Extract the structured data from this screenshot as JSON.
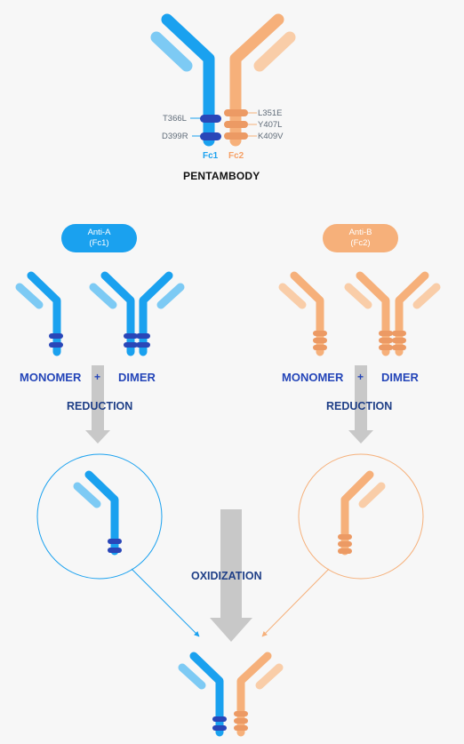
{
  "colors": {
    "fc1": "#1aa1ef",
    "fc1_light": "#7dcaf4",
    "fc1_band": "#2946b8",
    "fc2": "#f6b07a",
    "fc2_light": "#f9cda8",
    "fc2_band": "#ec9a64",
    "text_blue": "#2445b8",
    "arrow_grey": "#c8c8c8"
  },
  "top": {
    "left_mutations": [
      "T366L",
      "D399R"
    ],
    "right_mutations": [
      "L351E",
      "Y407L",
      "K409V"
    ],
    "fc1_label": "Fc1",
    "fc2_label": "Fc2",
    "title": "PENTAMBODY"
  },
  "left_panel": {
    "pill_line1": "Anti-A",
    "pill_line2": "(Fc1)",
    "monomer": "MONOMER",
    "plus": "+",
    "dimer": "DIMER",
    "reduction": "REDUCTION"
  },
  "right_panel": {
    "pill_line1": "Anti-B",
    "pill_line2": "(Fc2)",
    "monomer": "MONOMER",
    "plus": "+",
    "dimer": "DIMER",
    "reduction": "REDUCTION"
  },
  "center": {
    "oxidization": "OXIDIZATION"
  }
}
